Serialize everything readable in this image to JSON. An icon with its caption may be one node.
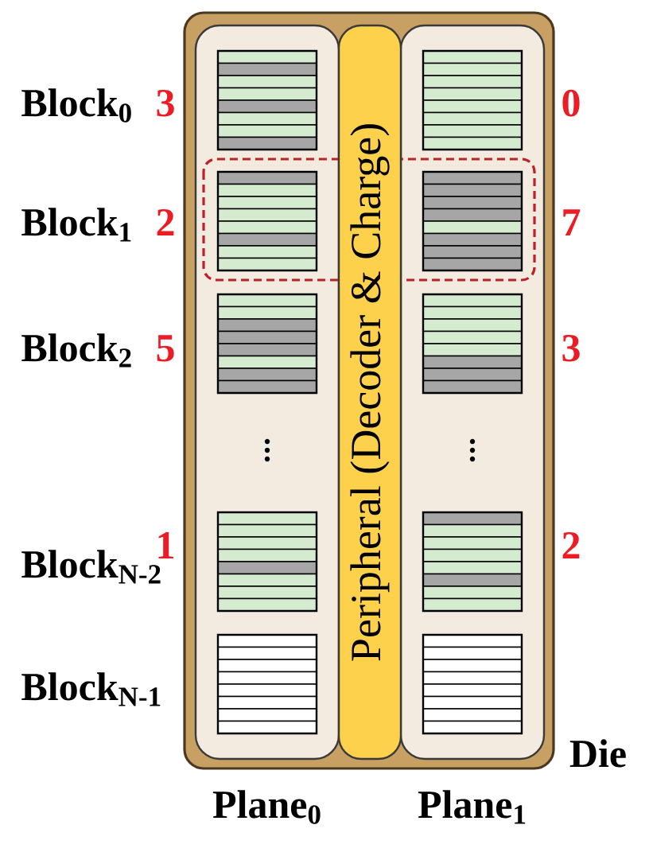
{
  "diagram": {
    "nodes": [
      {
        "text": [
          "Die"
        ]
      },
      {
        "text": [
          "Plane$_{0}$"
        ],
        "in": 0
      },
      {
        "text": [
          "Peripheral (Decoder & Charge)"
        ],
        "in": 0
      },
      {
        "text": [
          "Plane$_{1}$"
        ],
        "in": 0
      },
      {
        "text": [],
        "shape": "box",
        "in": 1,
        "beside": [
          "3"
        ]
      },
      {
        "text": [],
        "shape": "box",
        "in": 3,
        "beside": [
          "0"
        ]
      },
      {
        "text": [],
        "shape": "box",
        "in": 1,
        "beside": [
          "2"
        ]
      },
      {
        "text": [],
        "shape": "box",
        "in": 3,
        "beside": [
          "7"
        ]
      },
      {
        "text": [],
        "shape": "box",
        "in": 1,
        "beside": [
          "5"
        ]
      },
      {
        "text": [],
        "shape": "box",
        "in": 3,
        "beside": [
          "3"
        ]
      },
      {
        "text": [],
        "shape": "box",
        "in": 1,
        "beside": [
          "1"
        ]
      },
      {
        "text": [],
        "shape": "box",
        "in": 3,
        "beside": [
          "2"
        ]
      },
      {
        "text": [],
        "shape": "box",
        "in": 1
      },
      {
        "text": [],
        "shape": "box",
        "in": 3
      }
    ],
    "labels": [
      "Block$_{0}$",
      "Block$_{1}$",
      "Block$_{2}$",
      "Block$_{N-2}$",
      "Block$_{N-1}$"
    ]
  }
}
